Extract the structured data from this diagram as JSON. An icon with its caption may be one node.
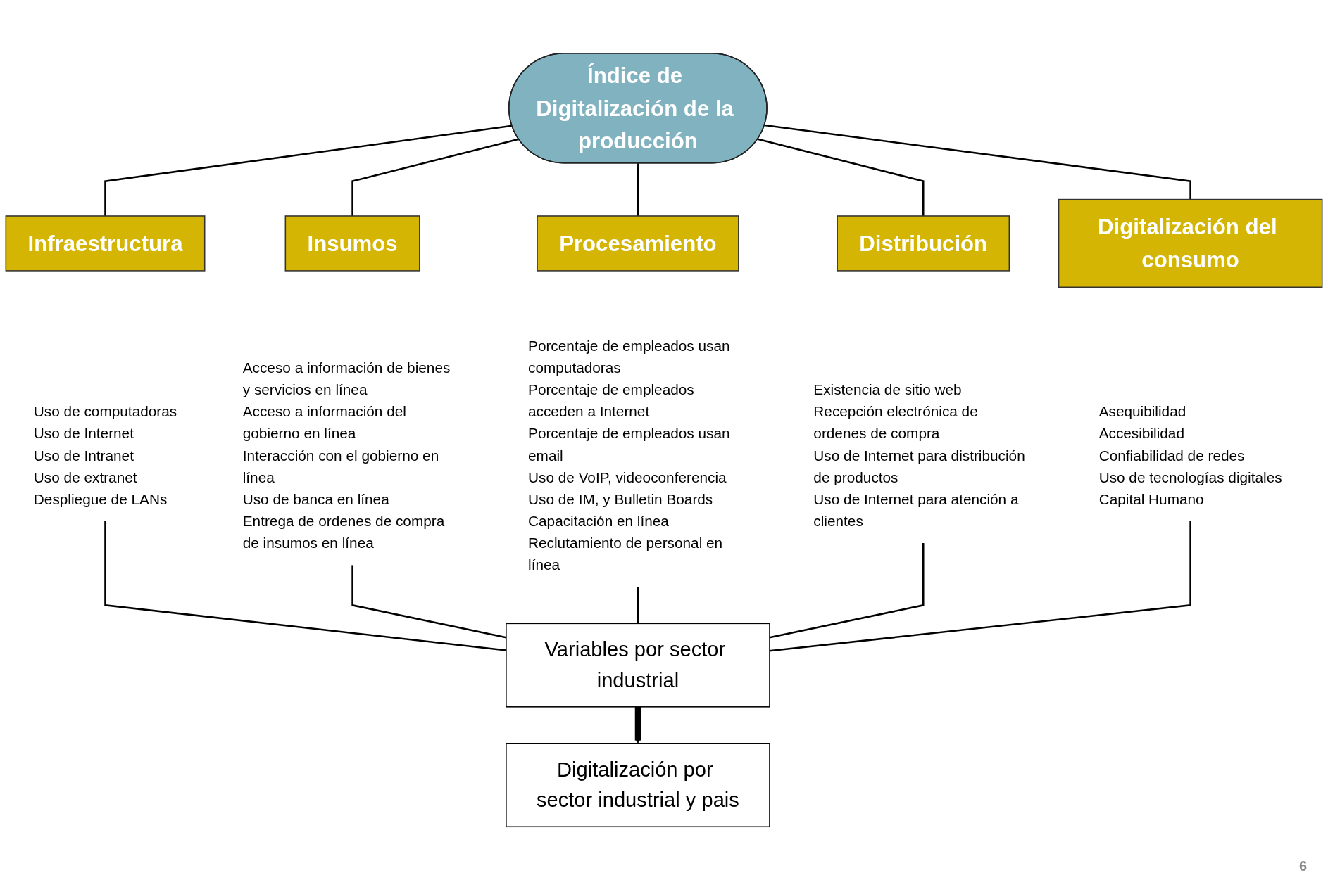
{
  "diagram": {
    "nodes": [
      {
        "text": [
          "Índice de Digitalización de la producción"
        ]
      },
      {
        "text": [
          "Infraestructura"
        ]
      },
      {
        "text": [
          "Insumos"
        ]
      },
      {
        "text": [
          "Procesamiento"
        ]
      },
      {
        "text": [
          "Distribución"
        ]
      },
      {
        "text": [
          "Digitalización del consumo"
        ]
      },
      {
        "text": [
          "Uso de computadoras",
          "Uso de Internet",
          "Uso de Intranet",
          "Uso de extranet",
          "Despliegue de LANs"
        ]
      },
      {
        "text": [
          "Acceso a información de bienes y servicios en línea",
          "Acceso a información del gobierno en línea",
          "Interacción con el gobierno en línea",
          "Uso de banca en línea",
          "Entrega de ordenes de compra de insumos en línea"
        ]
      },
      {
        "text": [
          "Porcentaje de empleados usan computadoras",
          "Porcentaje de empleados acceden a Internet",
          "Porcentaje de empleados usan email",
          "Uso de VoIP, videoconferencia",
          "Uso de IM, y Bulletin Boards",
          "Capacitación en línea",
          "Reclutamiento de personal en línea"
        ]
      },
      {
        "text": [
          "Existencia de sitio web",
          "Recepción electrónica de ordenes de compra",
          "Uso de Internet para distribución de productos",
          "Uso de Internet para atención a clientes"
        ]
      },
      {
        "text": [
          "Asequibilidad",
          "Accesibilidad",
          "Confiabilidad de redes",
          "Uso de tecnologías digitales",
          "Capital Humano"
        ]
      },
      {
        "text": [
          "Variables por sector industrial"
        ]
      },
      {
        "text": [
          "Digitalización por sector industrial y pais"
        ]
      }
    ],
    "edges": [
      {
        "from": 0,
        "to": 1,
        "arrow": "none"
      },
      {
        "from": 0,
        "to": 2,
        "arrow": "none"
      },
      {
        "from": 0,
        "to": 3,
        "arrow": "none"
      },
      {
        "from": 0,
        "to": 4,
        "arrow": "none"
      },
      {
        "from": 0,
        "to": 5,
        "arrow": "none"
      },
      {
        "from": 6,
        "to": 11,
        "arrow": "none"
      },
      {
        "from": 7,
        "to": 11,
        "arrow": "none"
      },
      {
        "from": 8,
        "to": 11,
        "arrow": "none"
      },
      {
        "from": 9,
        "to": 11,
        "arrow": "none"
      },
      {
        "from": 10,
        "to": 11,
        "arrow": "none"
      },
      {
        "from": 11,
        "to": 12,
        "arrow": "to",
        "style": "thick"
      }
    ],
    "labels": [
      "6"
    ]
  }
}
